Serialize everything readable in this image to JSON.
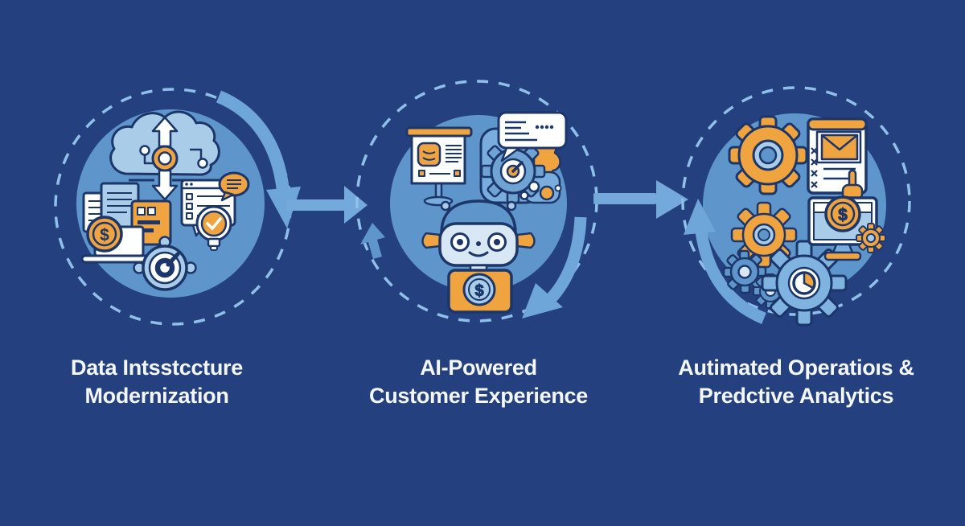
{
  "background": "#24407E",
  "palette": {
    "circle_fill": "#5E96CB",
    "icon_light_blue": "#A9CCE9",
    "pale_blue": "#D8E7F4",
    "mid_blue": "#79ADDD",
    "orange": "#F0A440",
    "outline_navy": "#1C3669",
    "flow_arrow_blue": "#74A9DB",
    "cycle_arrow_blue": "#6FA6D9",
    "dashed_ring_blue": "#8FC0EA",
    "label_text": "#F4F7FA",
    "white": "#FDFEFE"
  },
  "symbols": {
    "dollar": "$"
  },
  "steps": [
    {
      "label_line1": "Data Intsstccture",
      "label_line2": "Modernization",
      "icons": [
        "cloud-sync-icon",
        "laptop-documents-icon",
        "dollar-coin-icon",
        "checklist-chat-icon",
        "lightbulb-check-icon",
        "gauge-icon",
        "cycle-arrow-icon"
      ]
    },
    {
      "label_line1": "AI-Powered",
      "label_line2": "Customer Experience",
      "icons": [
        "presentation-board-icon",
        "gear-head-chat-icon",
        "speech-bubble-icon",
        "robot-assistant-icon",
        "dollar-coin-icon",
        "cursor-arrow-icon",
        "cycle-arrow-icon"
      ]
    },
    {
      "label_line1": "Autimated Operatioıs &",
      "label_line2": "Predctive Analytics",
      "icons": [
        "gear-icon",
        "email-tasklist-icon",
        "hand-pointer-icon",
        "monitor-dollar-icon",
        "pie-chart-gear-icon",
        "cycle-arrow-icon"
      ]
    }
  ],
  "connectors": [
    {
      "type": "arrow-right"
    },
    {
      "type": "arrow-right"
    }
  ]
}
